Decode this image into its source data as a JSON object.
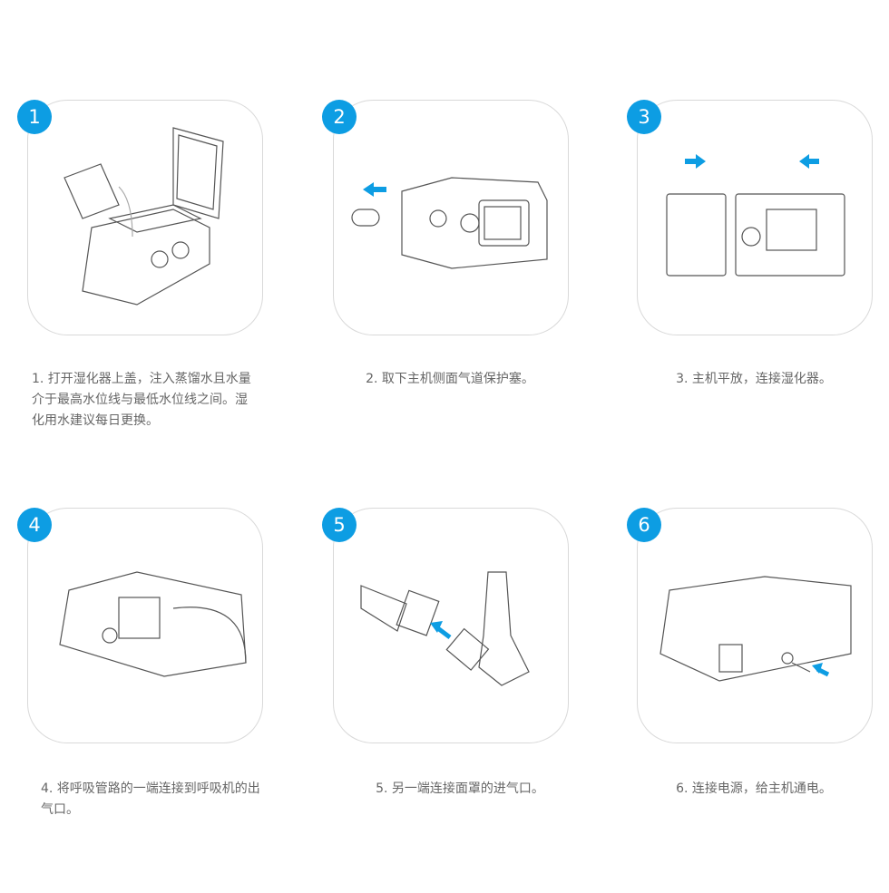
{
  "steps": [
    {
      "number": "1",
      "caption": "1. 打开湿化器上盖，注入蒸馏水且水量介于最高水位线与最低水位线之间。湿化用水建议每日更换。"
    },
    {
      "number": "2",
      "caption": "2. 取下主机侧面气道保护塞。"
    },
    {
      "number": "3",
      "caption": "3. 主机平放，连接湿化器。"
    },
    {
      "number": "4",
      "caption": "4. 将呼吸管路的一端连接到呼吸机的出气口。"
    },
    {
      "number": "5",
      "caption": "5. 另一端连接面罩的进气口。"
    },
    {
      "number": "6",
      "caption": "6. 连接电源，给主机通电。"
    }
  ],
  "colors": {
    "accent": "#0d9de3",
    "line": "#555555"
  }
}
